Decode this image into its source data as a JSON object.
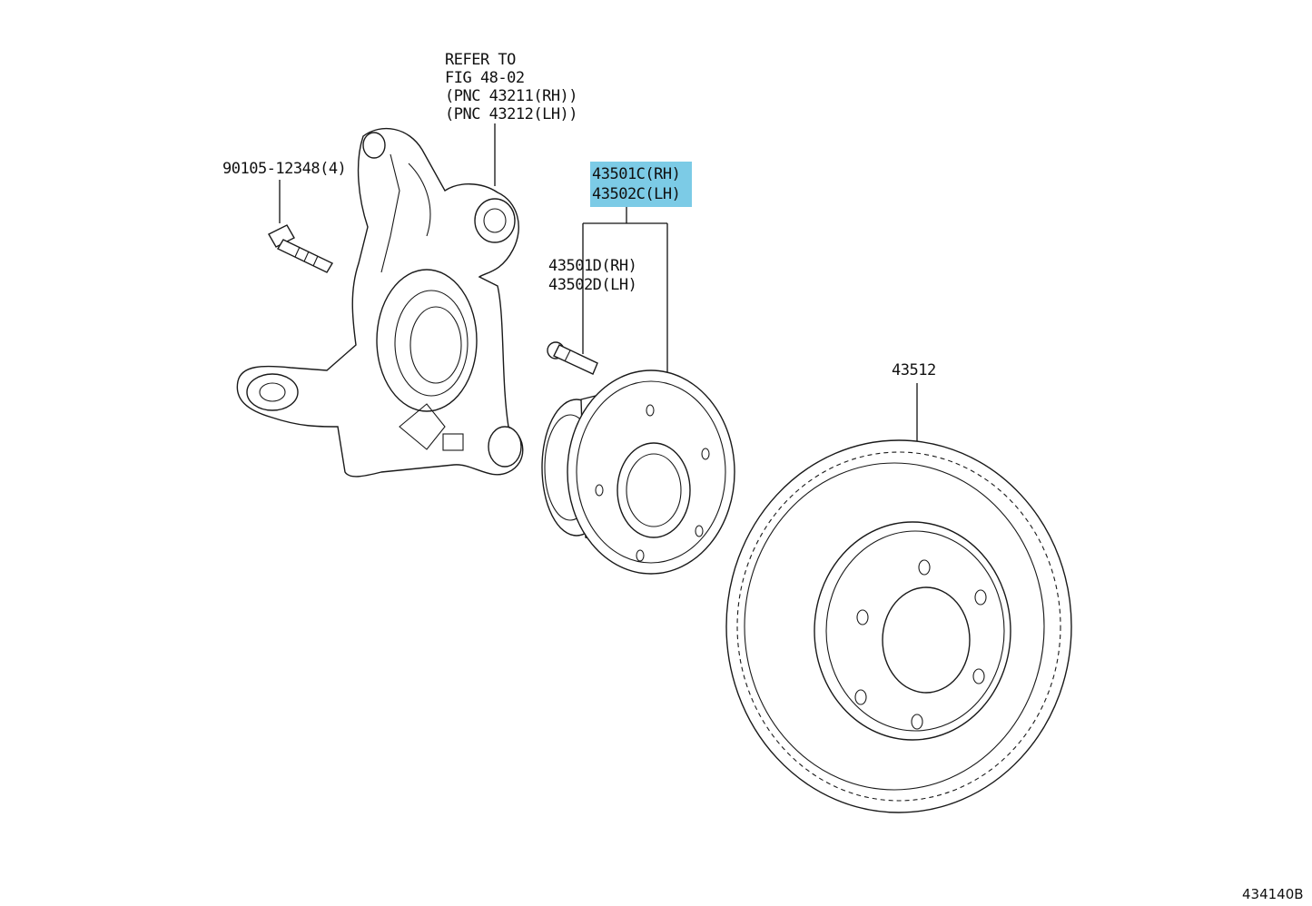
{
  "figure_id": "434140B",
  "highlight_color": "#7ccbe6",
  "callouts": {
    "knuckle_ref": [
      "REFER TO",
      "FIG 48-02",
      "(PNC 43211(RH))",
      "(PNC 43212(LH))"
    ],
    "bolt": "90105-12348(4)",
    "hub_assembly": [
      "43501C(RH)",
      "43502C(LH)"
    ],
    "hub_bolt": [
      "43501D(RH)",
      "43502D(LH)"
    ],
    "disc": "43512"
  },
  "parts": {
    "knuckle": "steering-knuckle",
    "hub": "front-axle-hub",
    "rotor": "brake-disc-rotor",
    "bolt": "flange-bolt",
    "stud": "hub-bolt"
  }
}
